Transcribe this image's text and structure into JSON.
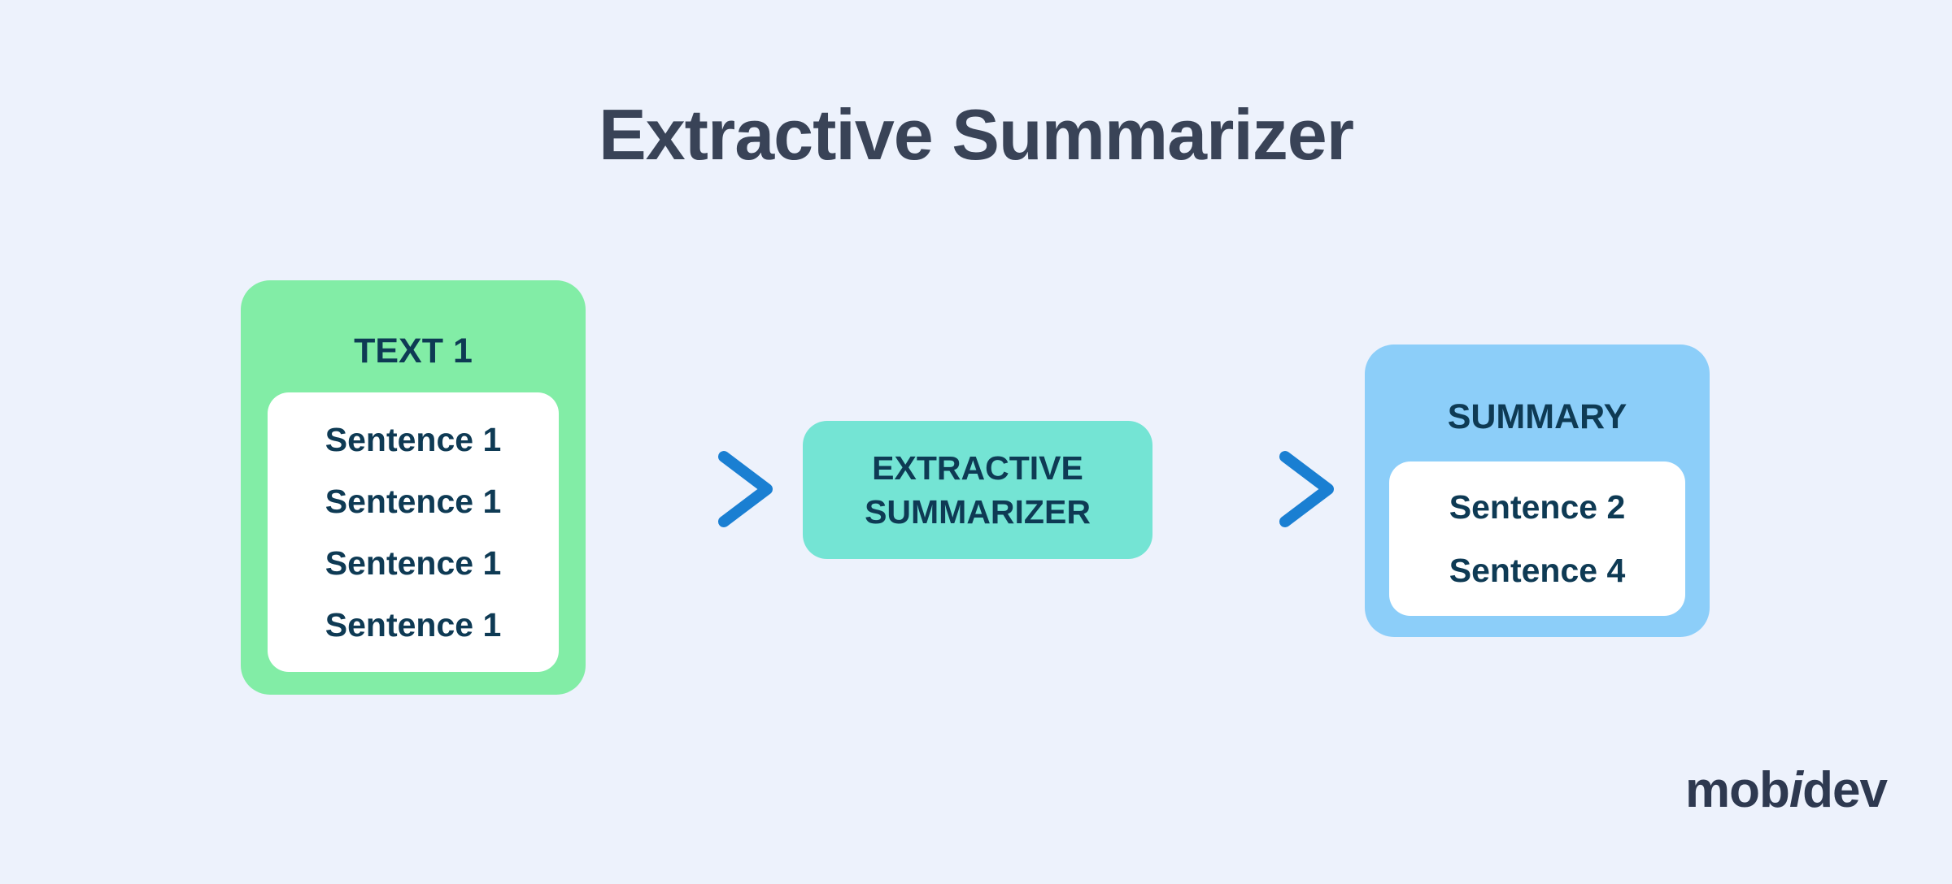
{
  "title": "Extractive Summarizer",
  "diagram": {
    "input": {
      "label": "TEXT 1",
      "sentences": [
        "Sentence 1",
        "Sentence 1",
        "Sentence 1",
        "Sentence 1"
      ]
    },
    "process": {
      "label": "EXTRACTIVE SUMMARIZER"
    },
    "output": {
      "label": "SUMMARY",
      "sentences": [
        "Sentence 2",
        "Sentence 4"
      ]
    }
  },
  "branding": {
    "logo_part1": "mob",
    "logo_part2": "i",
    "logo_part3": "dev"
  },
  "colors": {
    "background": "#edf2fc",
    "title_text": "#394357",
    "input_node": "#82eda6",
    "process_node": "#74e4d4",
    "output_node": "#8ccef9",
    "node_text": "#0e3a54",
    "arrow": "#1a7fd2",
    "card_background": "#ffffff",
    "logo_text": "#2e3950"
  }
}
